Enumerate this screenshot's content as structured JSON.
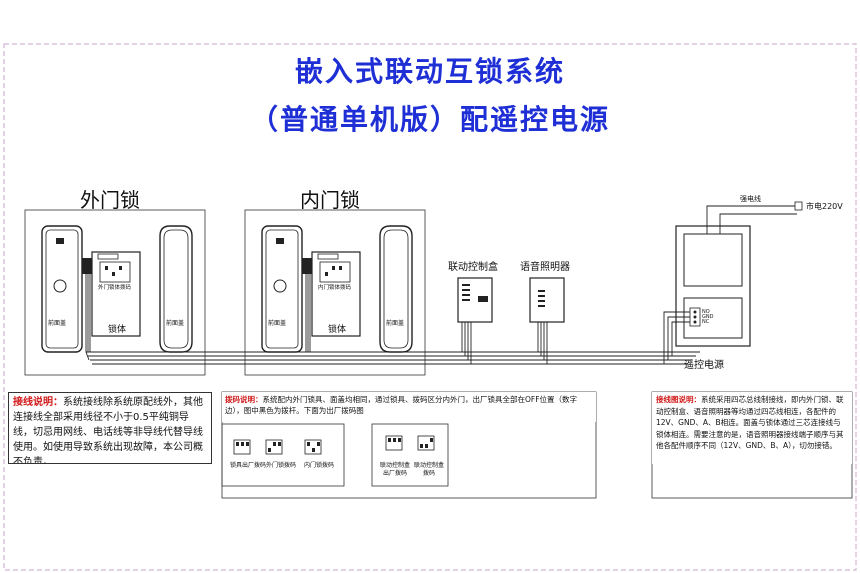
{
  "title": {
    "line1": "嵌入式联动互锁系统",
    "line2": "（普通单机版）配遥控电源"
  },
  "sections": {
    "outer_lock": "外门锁",
    "inner_lock": "内门锁"
  },
  "components": {
    "front_panel": "前面盖",
    "lock_body": "锁体",
    "outer_dip_label": "外门锁体拨码",
    "inner_dip_label": "内门锁体拨码",
    "linkage_box": "联动控制盒",
    "voice_light": "语音照明器",
    "remote_power": "遥控电源",
    "strong_wire": "强电线",
    "mains": "市电220V",
    "terminal_no": "NO",
    "terminal_gnd": "GND",
    "terminal_nc": "NC"
  },
  "notes": {
    "wiring": {
      "heading": "接线说明：",
      "text": "系统接线除系统原配线外，其他连接线全部采用线径不小于0.5平纯铜导线，切忌用网线、电话线等非导线代替导线使用。如使用导致系统出现故障，本公司概不负责。"
    },
    "dip": {
      "heading": "拨码说明：",
      "text": "系统配内外门锁具、面盖均相同，通过锁具、拨码区分内外门，出厂锁具全部在OFF位置（数字边），图中黑色为拨杆。下面为出厂拨码图"
    },
    "diagram": {
      "heading": "接线图说明：",
      "text": "系统采用四芯总线制接线，即内外门锁、联动控制盒、语音照明器等均通过四芯线相连，各配件的12V、GND、A、B相连。面盖与锁体通过三芯连接线与锁体相连。需要注意的是，语音照明器接线端子顺序与其他各配件顺序不同（12V、GND、B、A），切勿接错。"
    }
  },
  "dip_switches": {
    "lock_factory": "锁具出厂拨码",
    "outer_lock": "外门锁拨码",
    "inner_lock": "内门锁拨码",
    "linkage_factory": "联动控制盒出厂拨码",
    "linkage_box": "联动控制盒拨码"
  },
  "colors": {
    "title": "#1f2fd6",
    "note_heading": "#d01a1a",
    "line": "#222222",
    "dashed_border": "#c8a4c8"
  }
}
